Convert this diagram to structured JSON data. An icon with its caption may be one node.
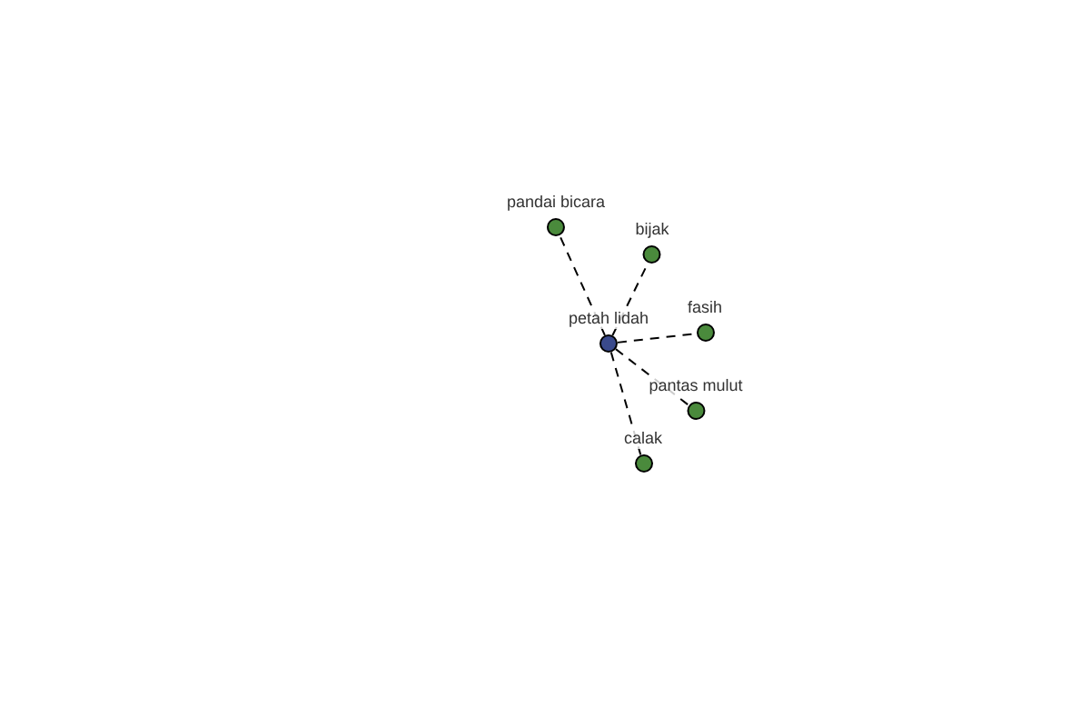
{
  "diagram": {
    "nodes": [
      {
        "text": [
          "petah lidah"
        ]
      },
      {
        "text": [
          "pandai bicara"
        ]
      },
      {
        "text": [
          "bijak"
        ]
      },
      {
        "text": [
          "fasih"
        ]
      },
      {
        "text": [
          "pantas mulut"
        ]
      },
      {
        "text": [
          "calak"
        ]
      }
    ],
    "edges": [
      {
        "from": 0,
        "to": 1,
        "arrow": "none",
        "style": "dashed"
      },
      {
        "from": 0,
        "to": 2,
        "arrow": "none",
        "style": "dashed"
      },
      {
        "from": 0,
        "to": 3,
        "arrow": "none",
        "style": "dashed"
      },
      {
        "from": 0,
        "to": 4,
        "arrow": "none",
        "style": "dashed"
      },
      {
        "from": 0,
        "to": 5,
        "arrow": "none",
        "style": "dashed"
      }
    ]
  }
}
